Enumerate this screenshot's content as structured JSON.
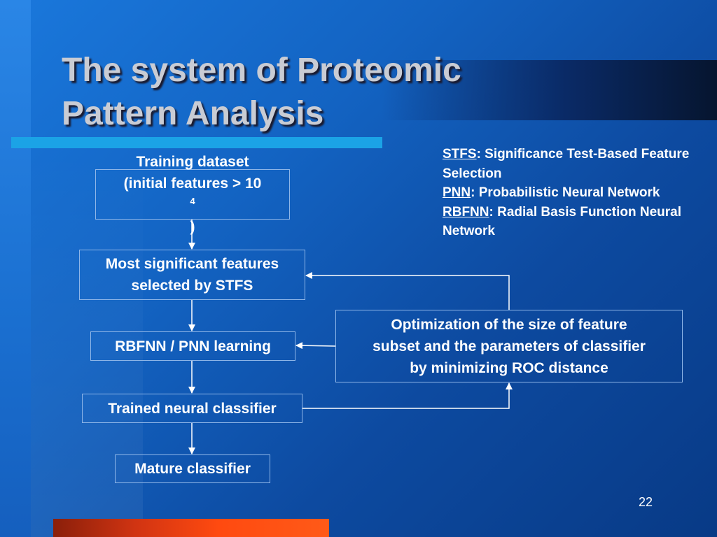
{
  "slide": {
    "title_line1": "The system of Proteomic",
    "title_line2": "Pattern Analysis",
    "page_number": "22"
  },
  "legend": [
    {
      "abbr": "STFS",
      "desc": ": Significance Test-Based Feature Selection"
    },
    {
      "abbr": "PNN",
      "desc": ": Probabilistic Neural Network"
    },
    {
      "abbr": "RBFNN",
      "desc": ": Radial Basis Function Neural Network"
    }
  ],
  "flow": {
    "training_line1": "Training dataset",
    "training_line2_prefix": "(initial features > 10",
    "training_superscript": "4",
    "training_line2_suffix": ")",
    "most_line1": "Most significant features",
    "most_line2": "selected by STFS",
    "rbfnn": "RBFNN / PNN learning",
    "trained": "Trained neural classifier",
    "mature": "Mature classifier",
    "opt_line1": "Optimization of the size of feature",
    "opt_line2": "subset and the parameters of classifier",
    "opt_line3": "by minimizing ROC distance"
  },
  "colors": {
    "background": "#1363c2",
    "title_text": "#c9ccd4",
    "underline": "#1ba3e6",
    "bottom_bar": "#ff4a10",
    "text": "#ffffff"
  }
}
